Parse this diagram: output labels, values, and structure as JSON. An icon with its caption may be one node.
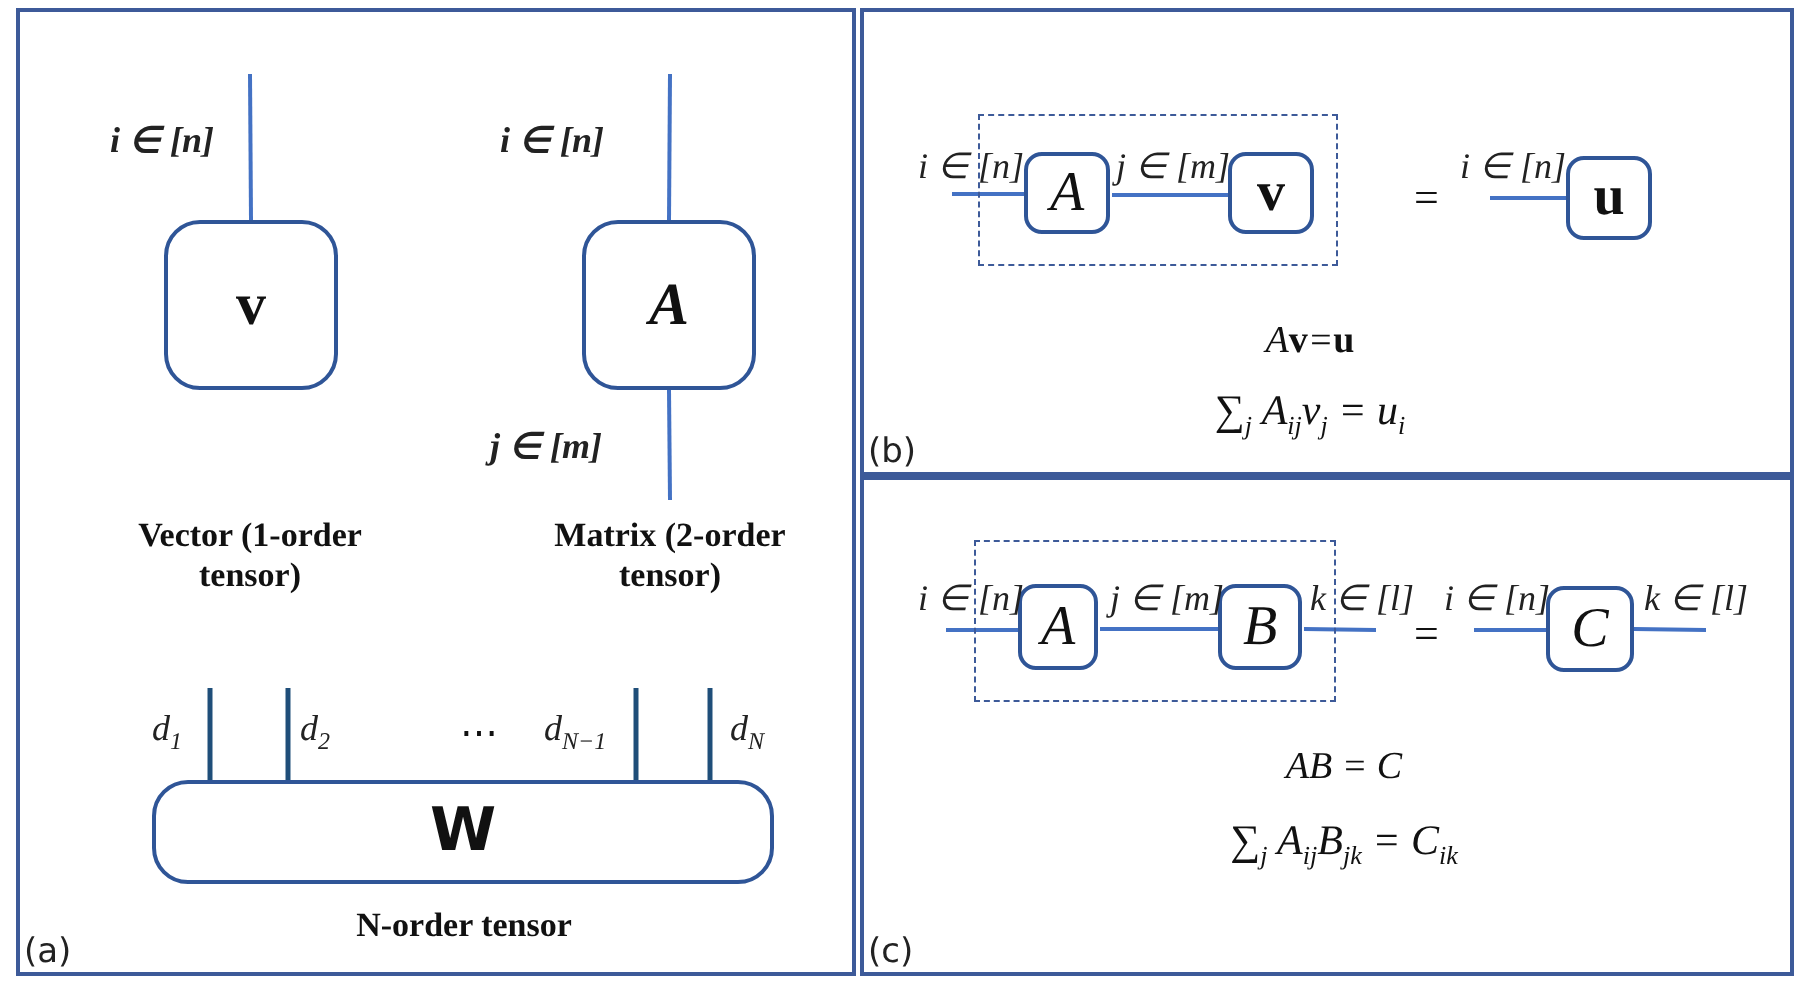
{
  "diagram": {
    "nodes": [
      {
        "text": [
          "(a)"
        ]
      },
      {
        "text": [
          "v"
        ],
        "in": 0,
        "beside": [
          "Vector (1-order tensor)"
        ]
      },
      {
        "text": [
          "A"
        ],
        "in": 0,
        "beside": [
          "Matrix (2-order tensor)"
        ]
      },
      {
        "text": [
          "W"
        ],
        "in": 0,
        "beside": [
          "N-order tensor"
        ]
      },
      {
        "text": [
          "(b)"
        ]
      },
      {
        "text": [],
        "shape": "box",
        "in": 4
      },
      {
        "text": [
          "A"
        ],
        "in": 5
      },
      {
        "text": [
          "v"
        ],
        "in": 5
      },
      {
        "text": [
          "u"
        ],
        "in": 4
      },
      {
        "text": [
          "(c)"
        ]
      },
      {
        "text": [],
        "shape": "box",
        "in": 9
      },
      {
        "text": [
          "A"
        ],
        "in": 10
      },
      {
        "text": [
          "B"
        ],
        "in": 10
      },
      {
        "text": [
          "C"
        ],
        "in": 9
      }
    ],
    "edges": [
      {
        "from": null,
        "to": 1,
        "arrow": "none",
        "label": "i ∈ [n]"
      },
      {
        "from": null,
        "to": 2,
        "arrow": "none",
        "label": "i ∈ [n]"
      },
      {
        "from": 2,
        "to": null,
        "arrow": "none",
        "label": "j ∈ [m]"
      },
      {
        "from": null,
        "to": 3,
        "arrow": "none",
        "label": "d$_{1}$"
      },
      {
        "from": null,
        "to": 3,
        "arrow": "none",
        "label": "d$_{2}$"
      },
      {
        "from": null,
        "to": 3,
        "arrow": "none",
        "label": "d$_{N−1}$"
      },
      {
        "from": null,
        "to": 3,
        "arrow": "none",
        "label": "d$_{N}$"
      },
      {
        "from": null,
        "to": 6,
        "arrow": "none",
        "label": "i ∈ [n]"
      },
      {
        "from": 6,
        "to": 7,
        "arrow": "none",
        "label": "j ∈ [m]"
      },
      {
        "from": null,
        "to": 8,
        "arrow": "none",
        "label": "i ∈ [n]"
      },
      {
        "from": null,
        "to": 11,
        "arrow": "none",
        "label": "i ∈ [n]"
      },
      {
        "from": 11,
        "to": 12,
        "arrow": "none",
        "label": "j ∈ [m]"
      },
      {
        "from": 12,
        "to": null,
        "arrow": "none",
        "label": "k ∈ [l]"
      },
      {
        "from": null,
        "to": 13,
        "arrow": "none",
        "label": "i ∈ [n]"
      },
      {
        "from": 13,
        "to": null,
        "arrow": "none",
        "label": "k ∈ [l]"
      }
    ],
    "labels": [
      "⋯",
      "=",
      "A**v**=**u**",
      "∑$_{j}$ A$_{ij}$v$_{j}$ = u$_{i}$",
      "=",
      "AB = C",
      "∑$_{j}$ A$_{ij}$B$_{jk}$ = C$_{ik}$"
    ]
  }
}
